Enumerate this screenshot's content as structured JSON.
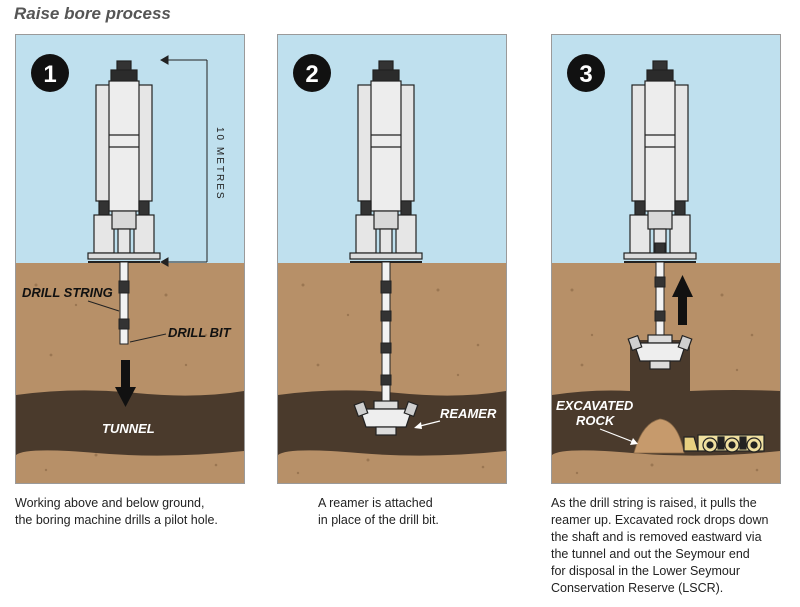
{
  "title": "Raise bore process",
  "panels": [
    {
      "number": "1",
      "labels": {
        "height": "10 METRES",
        "drill_string": "DRILL STRING",
        "drill_bit": "DRILL BIT",
        "tunnel": "TUNNEL"
      },
      "caption": [
        "Working above and below ground,",
        "the boring machine drills a pilot hole."
      ]
    },
    {
      "number": "2",
      "labels": {
        "reamer": "REAMER"
      },
      "caption": [
        "A reamer is attached",
        "in place of the drill bit."
      ]
    },
    {
      "number": "3",
      "labels": {
        "excavated_1": "EXCAVATED",
        "excavated_2": "ROCK"
      },
      "caption": [
        "As the drill string is raised, it pulls the",
        "reamer up. Excavated rock drops down",
        "the shaft and is removed eastward via",
        "the tunnel and out the Seymour end",
        "for disposal in the Lower Seymour",
        "Conservation Reserve (LSCR)."
      ]
    }
  ],
  "colors": {
    "sky": "#bfe0ee",
    "soil": "#b79068",
    "tunnel": "#4a3a2c",
    "machine": "#e6e6e6",
    "outline": "#222222"
  }
}
